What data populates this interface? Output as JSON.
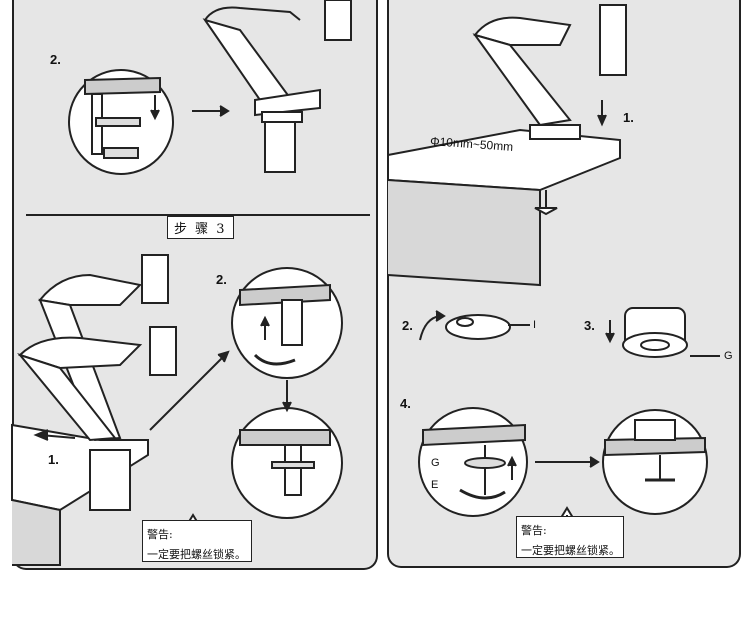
{
  "left_panel": {
    "step2_top_label": "2.",
    "step3_title": "步 骤 3",
    "step3_label1": "1.",
    "step3_label2": "2.",
    "warning": {
      "title": "警告:",
      "body": "一定要把螺丝锁紧。"
    }
  },
  "right_panel": {
    "label1": "1.",
    "dimension": "Φ10mm~50mm",
    "label2": "2.",
    "part_I": "I",
    "label3": "3.",
    "part_G": "G",
    "label4": "4.",
    "part_G2": "G",
    "part_E": "E",
    "warning": {
      "title": "警告:",
      "body": "一定要把螺丝锁紧。"
    }
  }
}
